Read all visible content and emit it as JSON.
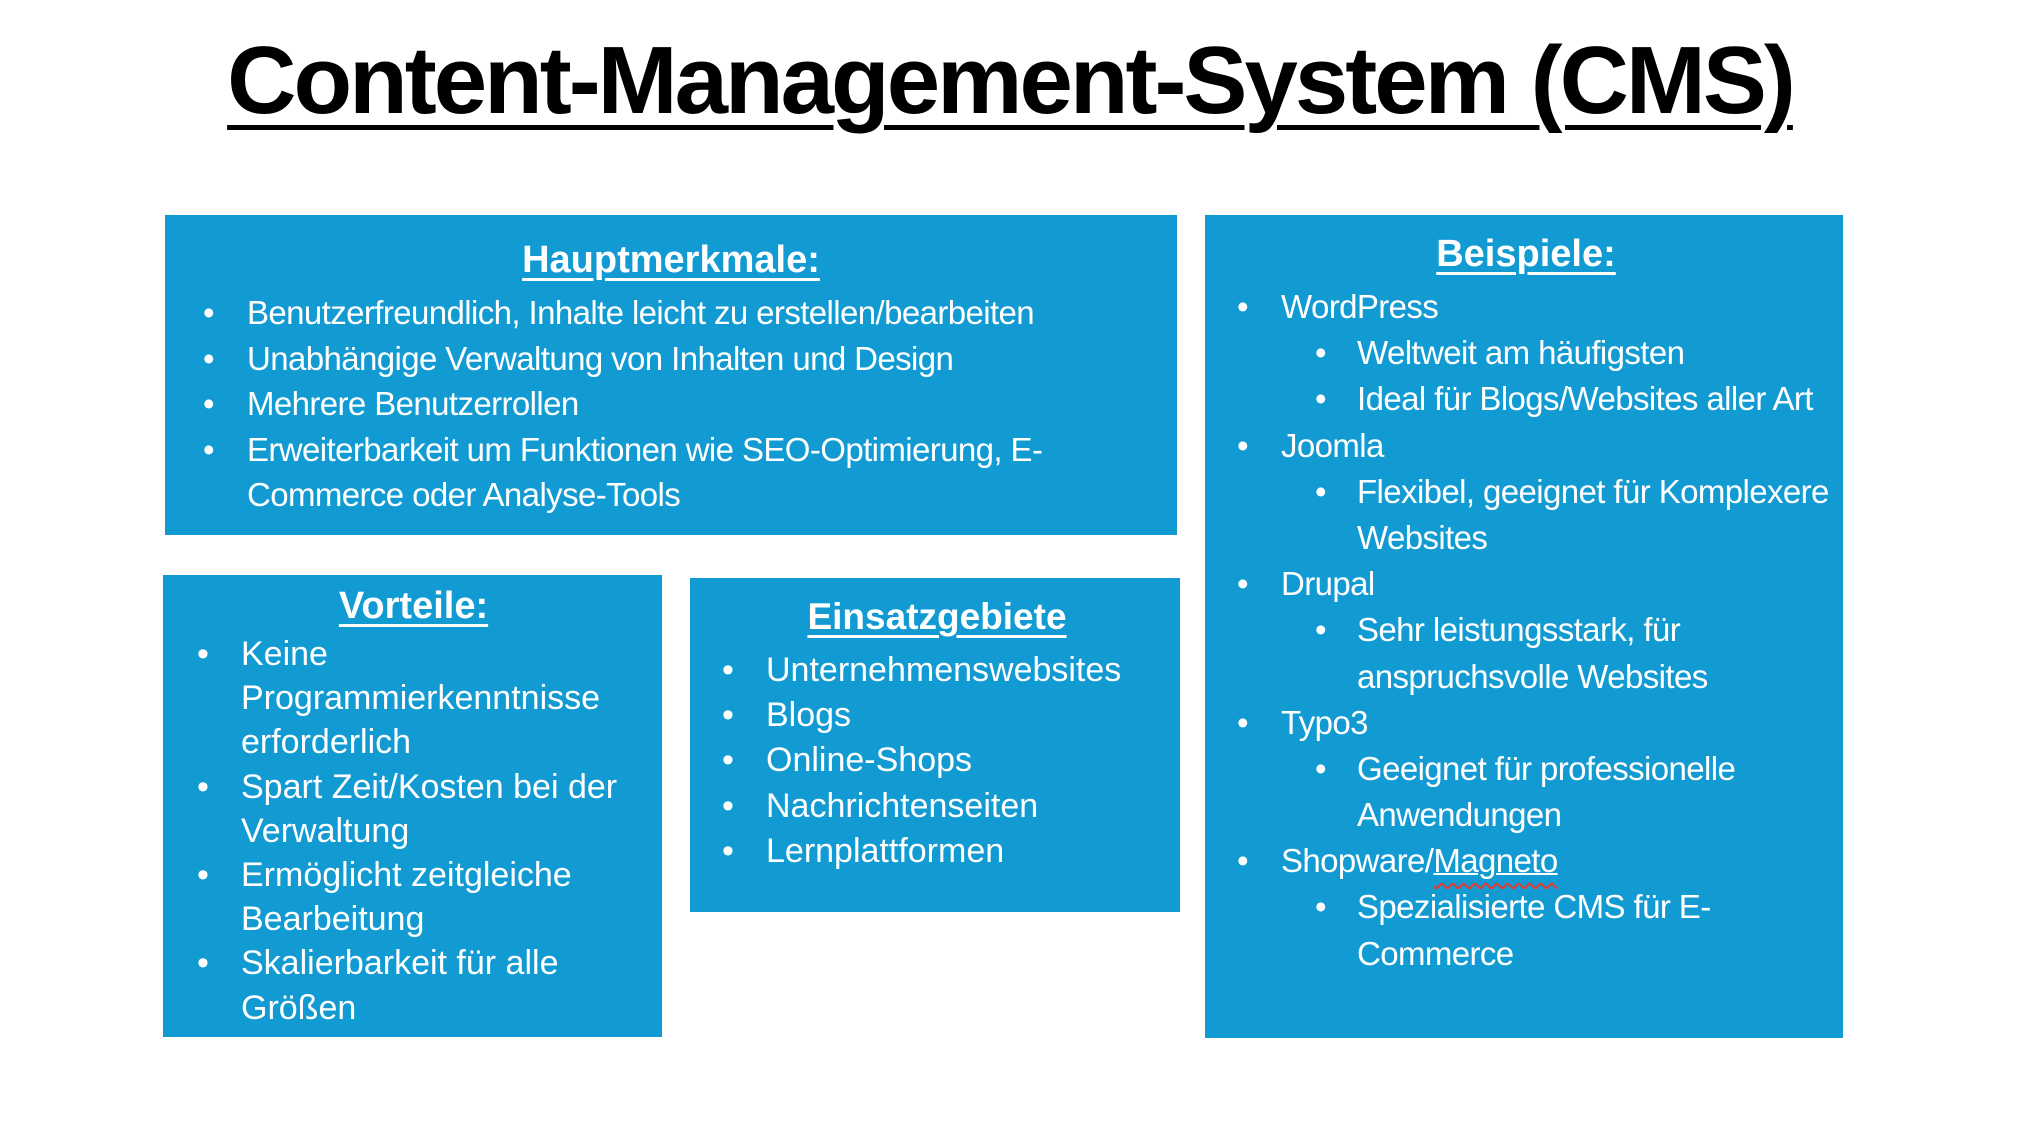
{
  "title": "Content-Management-System (CMS)",
  "colors": {
    "box_bg": "#129BD3",
    "text": "#FFFFFF",
    "title": "#000000",
    "spellcheck": "#E8392E"
  },
  "boxes": {
    "hauptmerkmale": {
      "heading": "Hauptmerkmale:",
      "items": [
        "Benutzerfreundlich, Inhalte leicht zu erstellen/bearbeiten",
        "Unabhängige Verwaltung von Inhalten und Design",
        "Mehrere Benutzerrollen",
        "Erweiterbarkeit um Funktionen wie SEO-Optimierung, E-Commerce oder Analyse-Tools"
      ]
    },
    "vorteile": {
      "heading": "Vorteile:",
      "items": [
        "Keine Programmierkenntnisse erforderlich",
        "Spart Zeit/Kosten bei der Verwaltung",
        "Ermöglicht zeitgleiche Bearbeitung",
        "Skalierbarkeit für alle Größen"
      ]
    },
    "einsatzgebiete": {
      "heading": "Einsatzgebiete",
      "items": [
        "Unternehmenswebsites",
        "Blogs",
        "Online-Shops",
        "Nachrichtenseiten",
        "Lernplattformen"
      ]
    },
    "beispiele": {
      "heading": "Beispiele:",
      "items": [
        {
          "label": "WordPress",
          "subs": [
            "Weltweit am häufigsten",
            "Ideal für Blogs/Websites aller Art"
          ]
        },
        {
          "label": "Joomla",
          "subs": [
            "Flexibel, geeignet für Komplexere Websites"
          ]
        },
        {
          "label": "Drupal",
          "subs": [
            "Sehr leistungsstark, für anspruchsvolle Websites"
          ]
        },
        {
          "label": "Typo3",
          "subs": [
            "Geeignet für professionelle Anwendungen"
          ]
        },
        {
          "label": "Shopware/",
          "label_marked": "Magneto",
          "subs": [
            "Spezialisierte CMS für E-Commerce"
          ]
        }
      ]
    }
  }
}
